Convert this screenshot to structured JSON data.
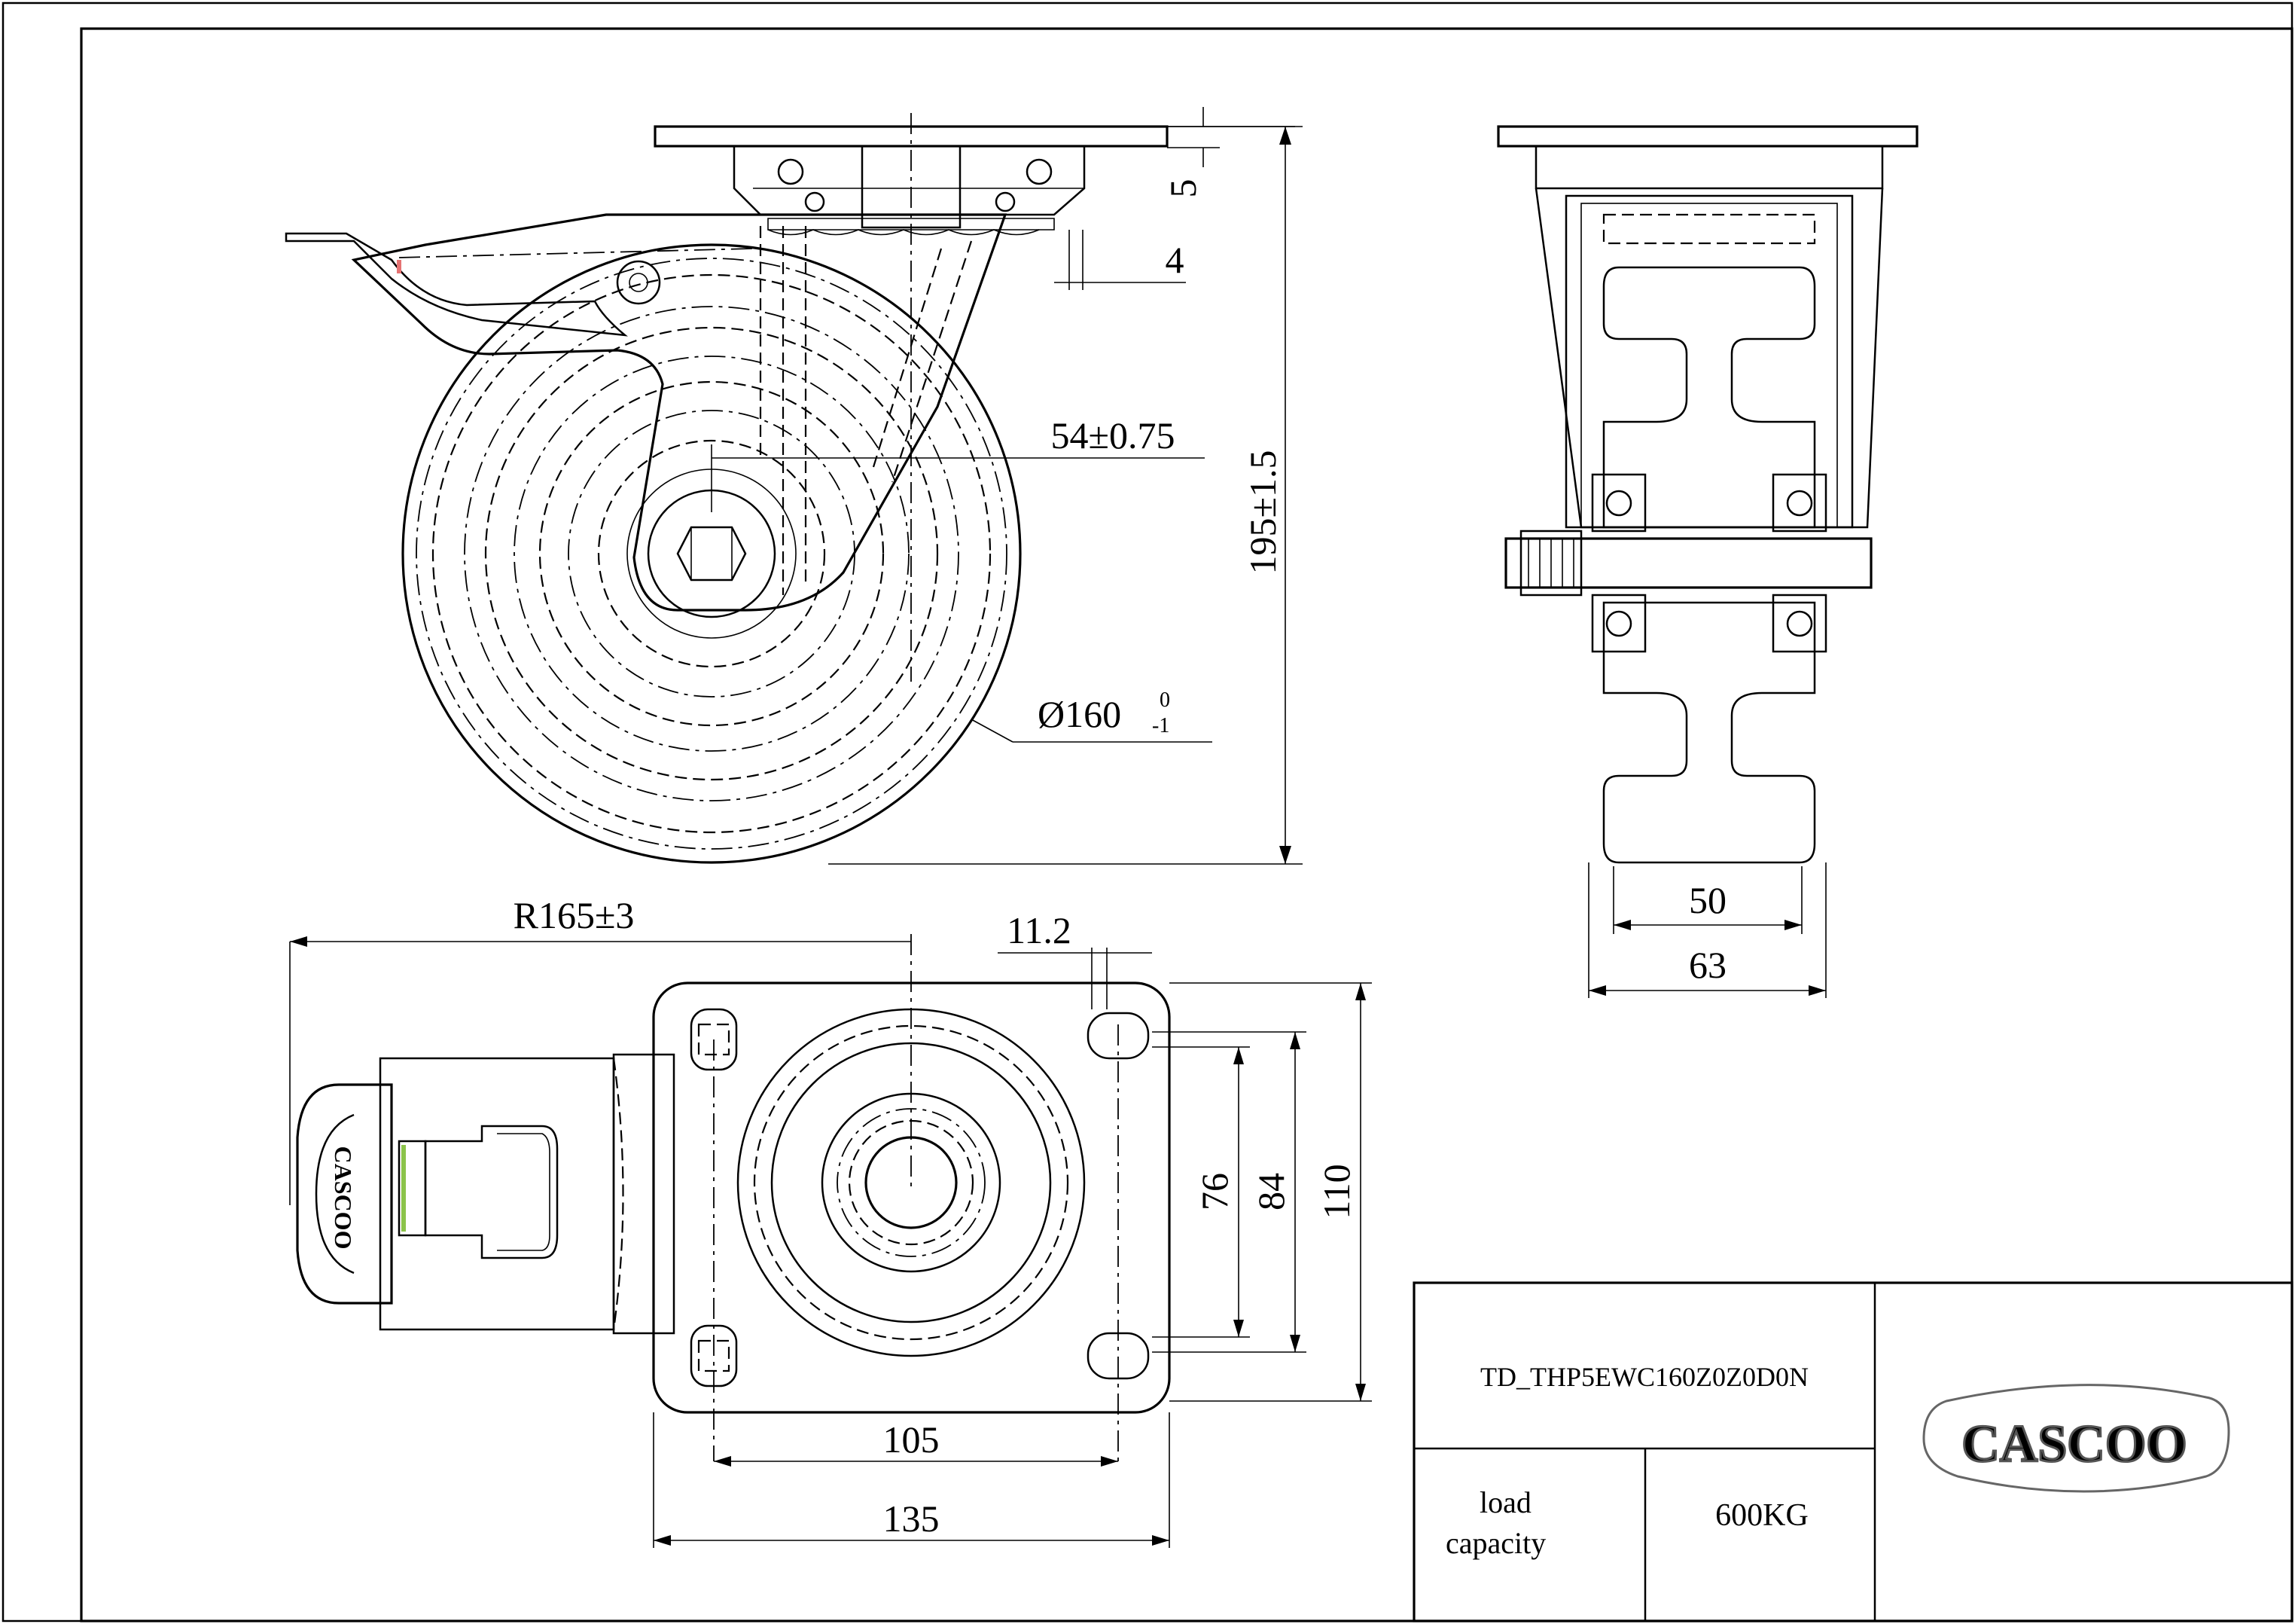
{
  "dimensions": {
    "mount_height_gap": "5",
    "swivel_offset_gap": "4",
    "swivel_offset": "54±0.75",
    "overall_height": "195±1.5",
    "wheel_diameter": "Ø160",
    "wheel_diameter_tol_upper": "0",
    "wheel_diameter_tol_lower": "-1",
    "swivel_radius": "R165±3",
    "bolt_hole_slot": "11.2",
    "hole_spacing_short_inner": "76",
    "hole_spacing_short_outer": "84",
    "plate_width_short": "110",
    "hole_spacing_long": "105",
    "plate_length": "135",
    "wheel_width": "50",
    "fork_width": "63"
  },
  "title_block": {
    "part_number": "TD_THP5EWC160Z0Z0D0N",
    "load_label_line1": "load",
    "load_label_line2": "capacity",
    "load_value": "600KG",
    "logo_text": "CASCOO"
  },
  "brake_pedal_logo_text": "CASCOO"
}
